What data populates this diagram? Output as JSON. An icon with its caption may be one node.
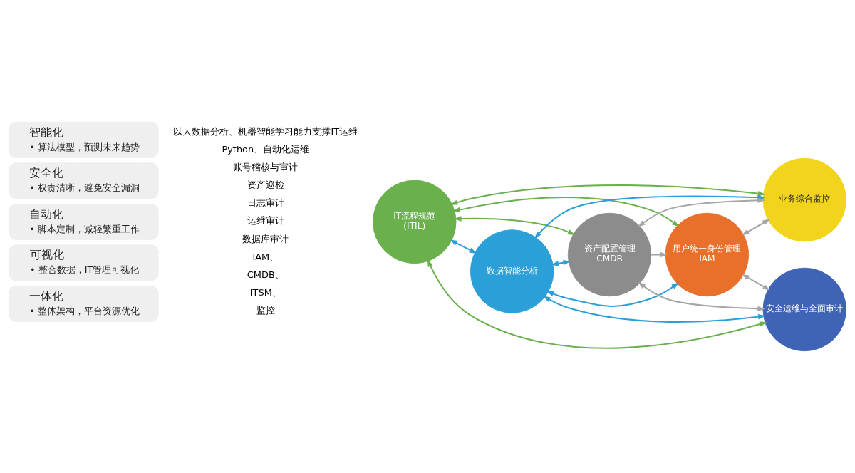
{
  "diagram": {
    "nodes": [
      {
        "text": [
          "智能化",
          "• 算法模型，预测未来趋势"
        ]
      },
      {
        "text": [
          "安全化",
          "• 权责清晰，避免安全漏洞"
        ]
      },
      {
        "text": [
          "自动化",
          "• 脚本定制，减轻繁重工作"
        ]
      },
      {
        "text": [
          "可视化",
          "• 整合数据，IT管理可视化"
        ]
      },
      {
        "text": [
          "一体化",
          "• 整体架构，平台资源优化"
        ]
      },
      {
        "text": [
          "IT流程规范",
          "(ITIL)"
        ]
      },
      {
        "text": [
          "数据智能分析"
        ]
      },
      {
        "text": [
          "业务综合监控"
        ]
      },
      {
        "text": [
          "安全运维与全面审计"
        ]
      },
      {
        "text": [
          "用户统一身份管理",
          "IAM"
        ]
      },
      {
        "text": [
          "资产配置管理",
          "CMDB"
        ]
      }
    ],
    "edges": [
      {
        "from": 5,
        "to": 6,
        "arrow": "both",
        "color": "#2a9fd8"
      },
      {
        "from": 5,
        "to": 7,
        "arrow": "both",
        "color": "#6ab04c"
      },
      {
        "from": 5,
        "to": 9,
        "arrow": "both",
        "color": "#6ab04c"
      },
      {
        "from": 5,
        "to": 8,
        "arrow": "both",
        "color": "#6ab04c"
      },
      {
        "from": 5,
        "to": 10,
        "arrow": "both",
        "color": "#6ab04c"
      },
      {
        "from": 6,
        "to": 8,
        "arrow": "both",
        "color": "#2a9fd8"
      },
      {
        "from": 6,
        "to": 7,
        "arrow": "both",
        "color": "#2a9fd8"
      },
      {
        "from": 6,
        "to": 9,
        "arrow": "both",
        "color": "#2a9fd8"
      },
      {
        "from": 6,
        "to": 10,
        "arrow": "both",
        "color": "#2a9fd8"
      },
      {
        "from": 9,
        "to": 7,
        "arrow": "both",
        "color": "#a6a6a6"
      },
      {
        "from": 9,
        "to": 8,
        "arrow": "both",
        "color": "#a6a6a6"
      },
      {
        "from": 10,
        "to": 7,
        "arrow": "both",
        "color": "#a6a6a6"
      },
      {
        "from": 10,
        "to": 8,
        "arrow": "both",
        "color": "#a6a6a6"
      },
      {
        "from": 10,
        "to": 9,
        "arrow": "to",
        "color": "#a6a6a6"
      }
    ],
    "labels": [
      "以大数据分析、机器智能学习能力支撑IT运维",
      "Python、自动化运维",
      "账号稽核与审计",
      "资产巡检",
      "日志审计",
      "运维审计",
      "数据库审计",
      "IAM、",
      "CMDB、",
      "ITSM、",
      "监控"
    ]
  }
}
